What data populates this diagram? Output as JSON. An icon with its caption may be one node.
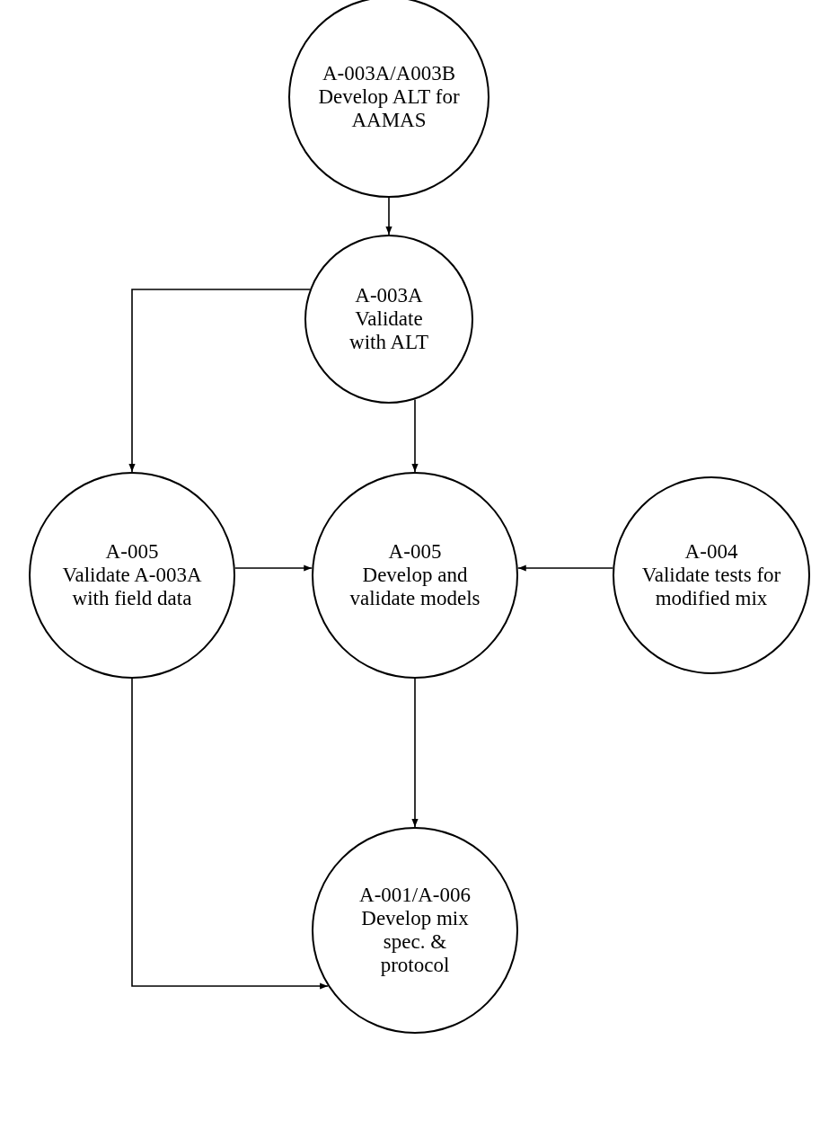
{
  "diagram": {
    "nodes": [
      {
        "text": [
          "A-003A/A003B",
          "Develop ALT for AAMAS"
        ]
      },
      {
        "text": [
          "A-003A",
          "Validate with ALT"
        ]
      },
      {
        "text": [
          "A-005",
          "Validate A-003A with field data"
        ]
      },
      {
        "text": [
          "A-005",
          "Develop and validate models"
        ]
      },
      {
        "text": [
          "A-004",
          "Validate tests for modified mix"
        ]
      },
      {
        "text": [
          "A-001/A-006",
          "Develop mix spec. & protocol"
        ]
      }
    ],
    "edges": [
      {
        "from": 0,
        "to": 1,
        "arrow": "to"
      },
      {
        "from": 1,
        "to": 2,
        "arrow": "to"
      },
      {
        "from": 1,
        "to": 3,
        "arrow": "to"
      },
      {
        "from": 2,
        "to": 3,
        "arrow": "to"
      },
      {
        "from": 4,
        "to": 3,
        "arrow": "to"
      },
      {
        "from": 3,
        "to": 5,
        "arrow": "to"
      },
      {
        "from": 2,
        "to": 5,
        "arrow": "to"
      }
    ]
  }
}
